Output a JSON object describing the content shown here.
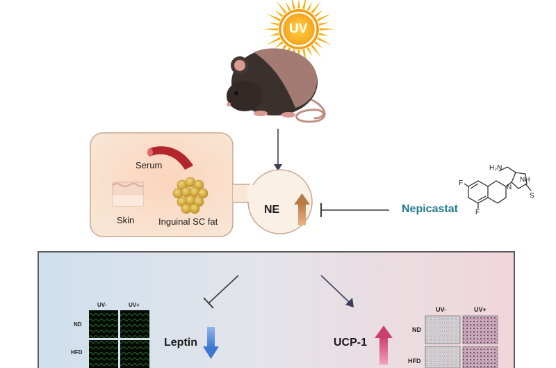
{
  "sun": {
    "label": "UV",
    "color": "#f6b21a"
  },
  "tissues": {
    "serum": "Serum",
    "skin": "Skin",
    "fat": "Inguinal SC fat"
  },
  "ne_node": {
    "label": "NE",
    "arrow_color": "#c98a50"
  },
  "inhibitor": {
    "label": "Nepicastat",
    "color": "#1f7a8c"
  },
  "molecule_atoms": {
    "h2n": "H₂N",
    "nh": "NH",
    "f1": "F",
    "f2": "F",
    "n": "N",
    "s": "S"
  },
  "bottom_panel": {
    "leptin": {
      "label": "Leptin",
      "direction": "down",
      "color": "#4a86d6"
    },
    "ucp1": {
      "label": "UCP-1",
      "direction": "up",
      "color": "#d9577f"
    },
    "left_grid": {
      "cols": [
        "UV-",
        "UV+"
      ],
      "rows": [
        "ND",
        "HFD"
      ]
    },
    "right_grid": {
      "cols": [
        "UV-",
        "UV+"
      ],
      "rows": [
        "ND",
        "HFD"
      ]
    }
  }
}
